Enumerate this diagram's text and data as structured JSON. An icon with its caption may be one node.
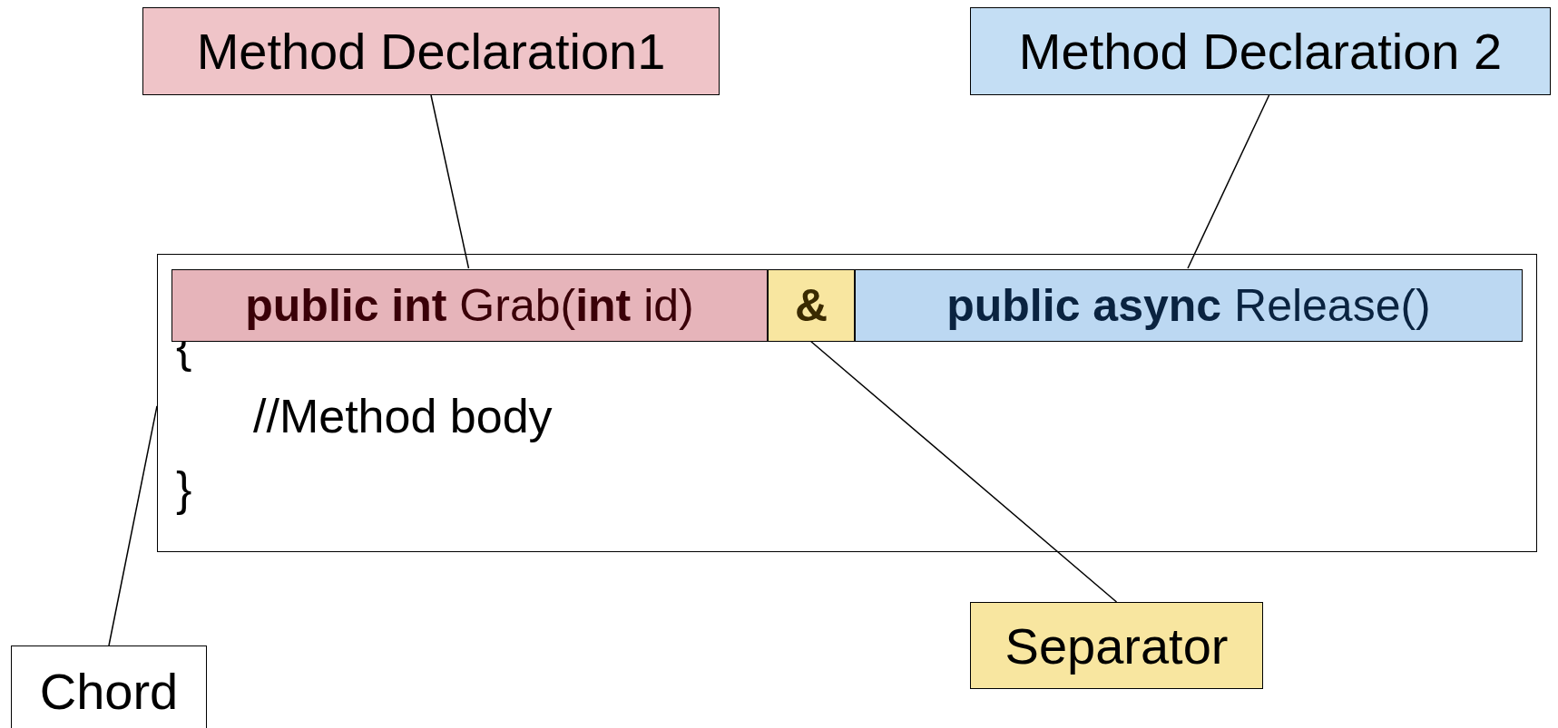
{
  "diagram": {
    "nodes": [
      {
        "text": [
          "Method Declaration1"
        ]
      },
      {
        "text": [
          "Method Declaration 2"
        ]
      },
      {
        "text": [
          "{",
          "//Method body",
          "}"
        ]
      },
      {
        "text": [
          "**public int** Grab(**int** id)"
        ],
        "in": 2
      },
      {
        "text": [
          "&"
        ],
        "in": 2
      },
      {
        "text": [
          "**public async** Release()"
        ],
        "in": 2
      },
      {
        "text": [
          "Separator"
        ]
      },
      {
        "text": [
          "Chord"
        ]
      }
    ],
    "edges": [
      {
        "from": 0,
        "to": 3,
        "arrow": "none"
      },
      {
        "from": 1,
        "to": 5,
        "arrow": "none"
      },
      {
        "from": 6,
        "to": 4,
        "arrow": "none"
      },
      {
        "from": 7,
        "to": 2,
        "arrow": "none"
      }
    ]
  }
}
